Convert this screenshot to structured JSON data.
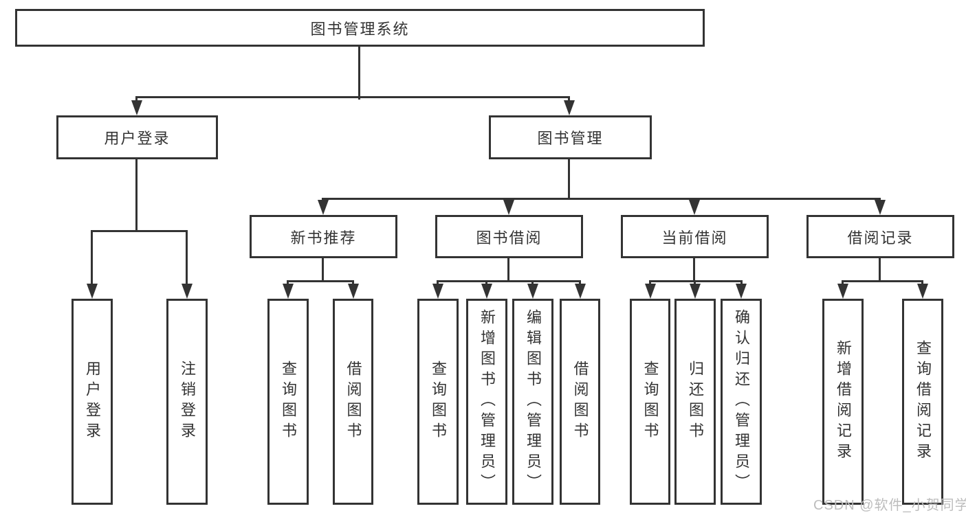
{
  "tree": {
    "label": "图书管理系统",
    "children": [
      {
        "label": "用户登录",
        "children": [
          {
            "label": "用户登录"
          },
          {
            "label": "注销登录"
          }
        ]
      },
      {
        "label": "图书管理",
        "children": [
          {
            "label": "新书推荐",
            "children": [
              {
                "label": "查询图书"
              },
              {
                "label": "借阅图书"
              }
            ]
          },
          {
            "label": "图书借阅",
            "children": [
              {
                "label": "查询图书"
              },
              {
                "label": "新增图书（管理员）"
              },
              {
                "label": "编辑图书（管理员）"
              },
              {
                "label": "借阅图书"
              }
            ]
          },
          {
            "label": "当前借阅",
            "children": [
              {
                "label": "查询图书"
              },
              {
                "label": "归还图书"
              },
              {
                "label": "确认归还（管理员）"
              }
            ]
          },
          {
            "label": "借阅记录",
            "children": [
              {
                "label": "新增借阅记录"
              },
              {
                "label": "查询借阅记录"
              }
            ]
          }
        ]
      }
    ]
  },
  "watermark": {
    "text": "CSDN @软件_小贺同学"
  },
  "colors": {
    "line": "#333333",
    "text": "#333333",
    "box_fill": "#ffffff",
    "watermark": "#bdbdbd",
    "background": "#ffffff"
  }
}
